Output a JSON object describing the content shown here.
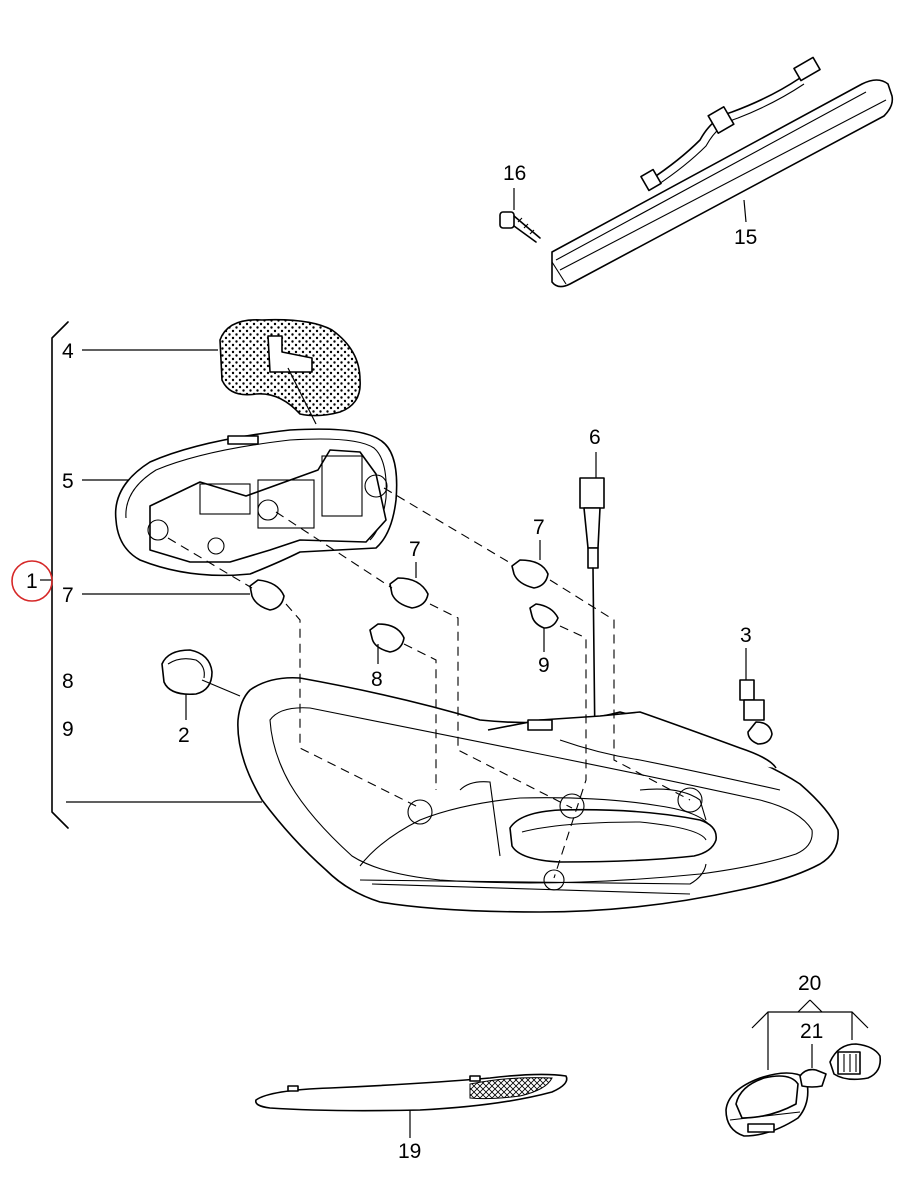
{
  "diagram": {
    "highlight_color": "#d62828",
    "callouts": {
      "c1": "1",
      "c2": "2",
      "c3": "3",
      "c4": "4",
      "c5": "5",
      "c6": "6",
      "c7a": "7",
      "c7b": "7",
      "c7c": "7",
      "c8a": "8",
      "c8b": "8",
      "c9a": "9",
      "c9b": "9",
      "c15": "15",
      "c16": "16",
      "c19": "19",
      "c20": "20",
      "c21": "21"
    }
  }
}
